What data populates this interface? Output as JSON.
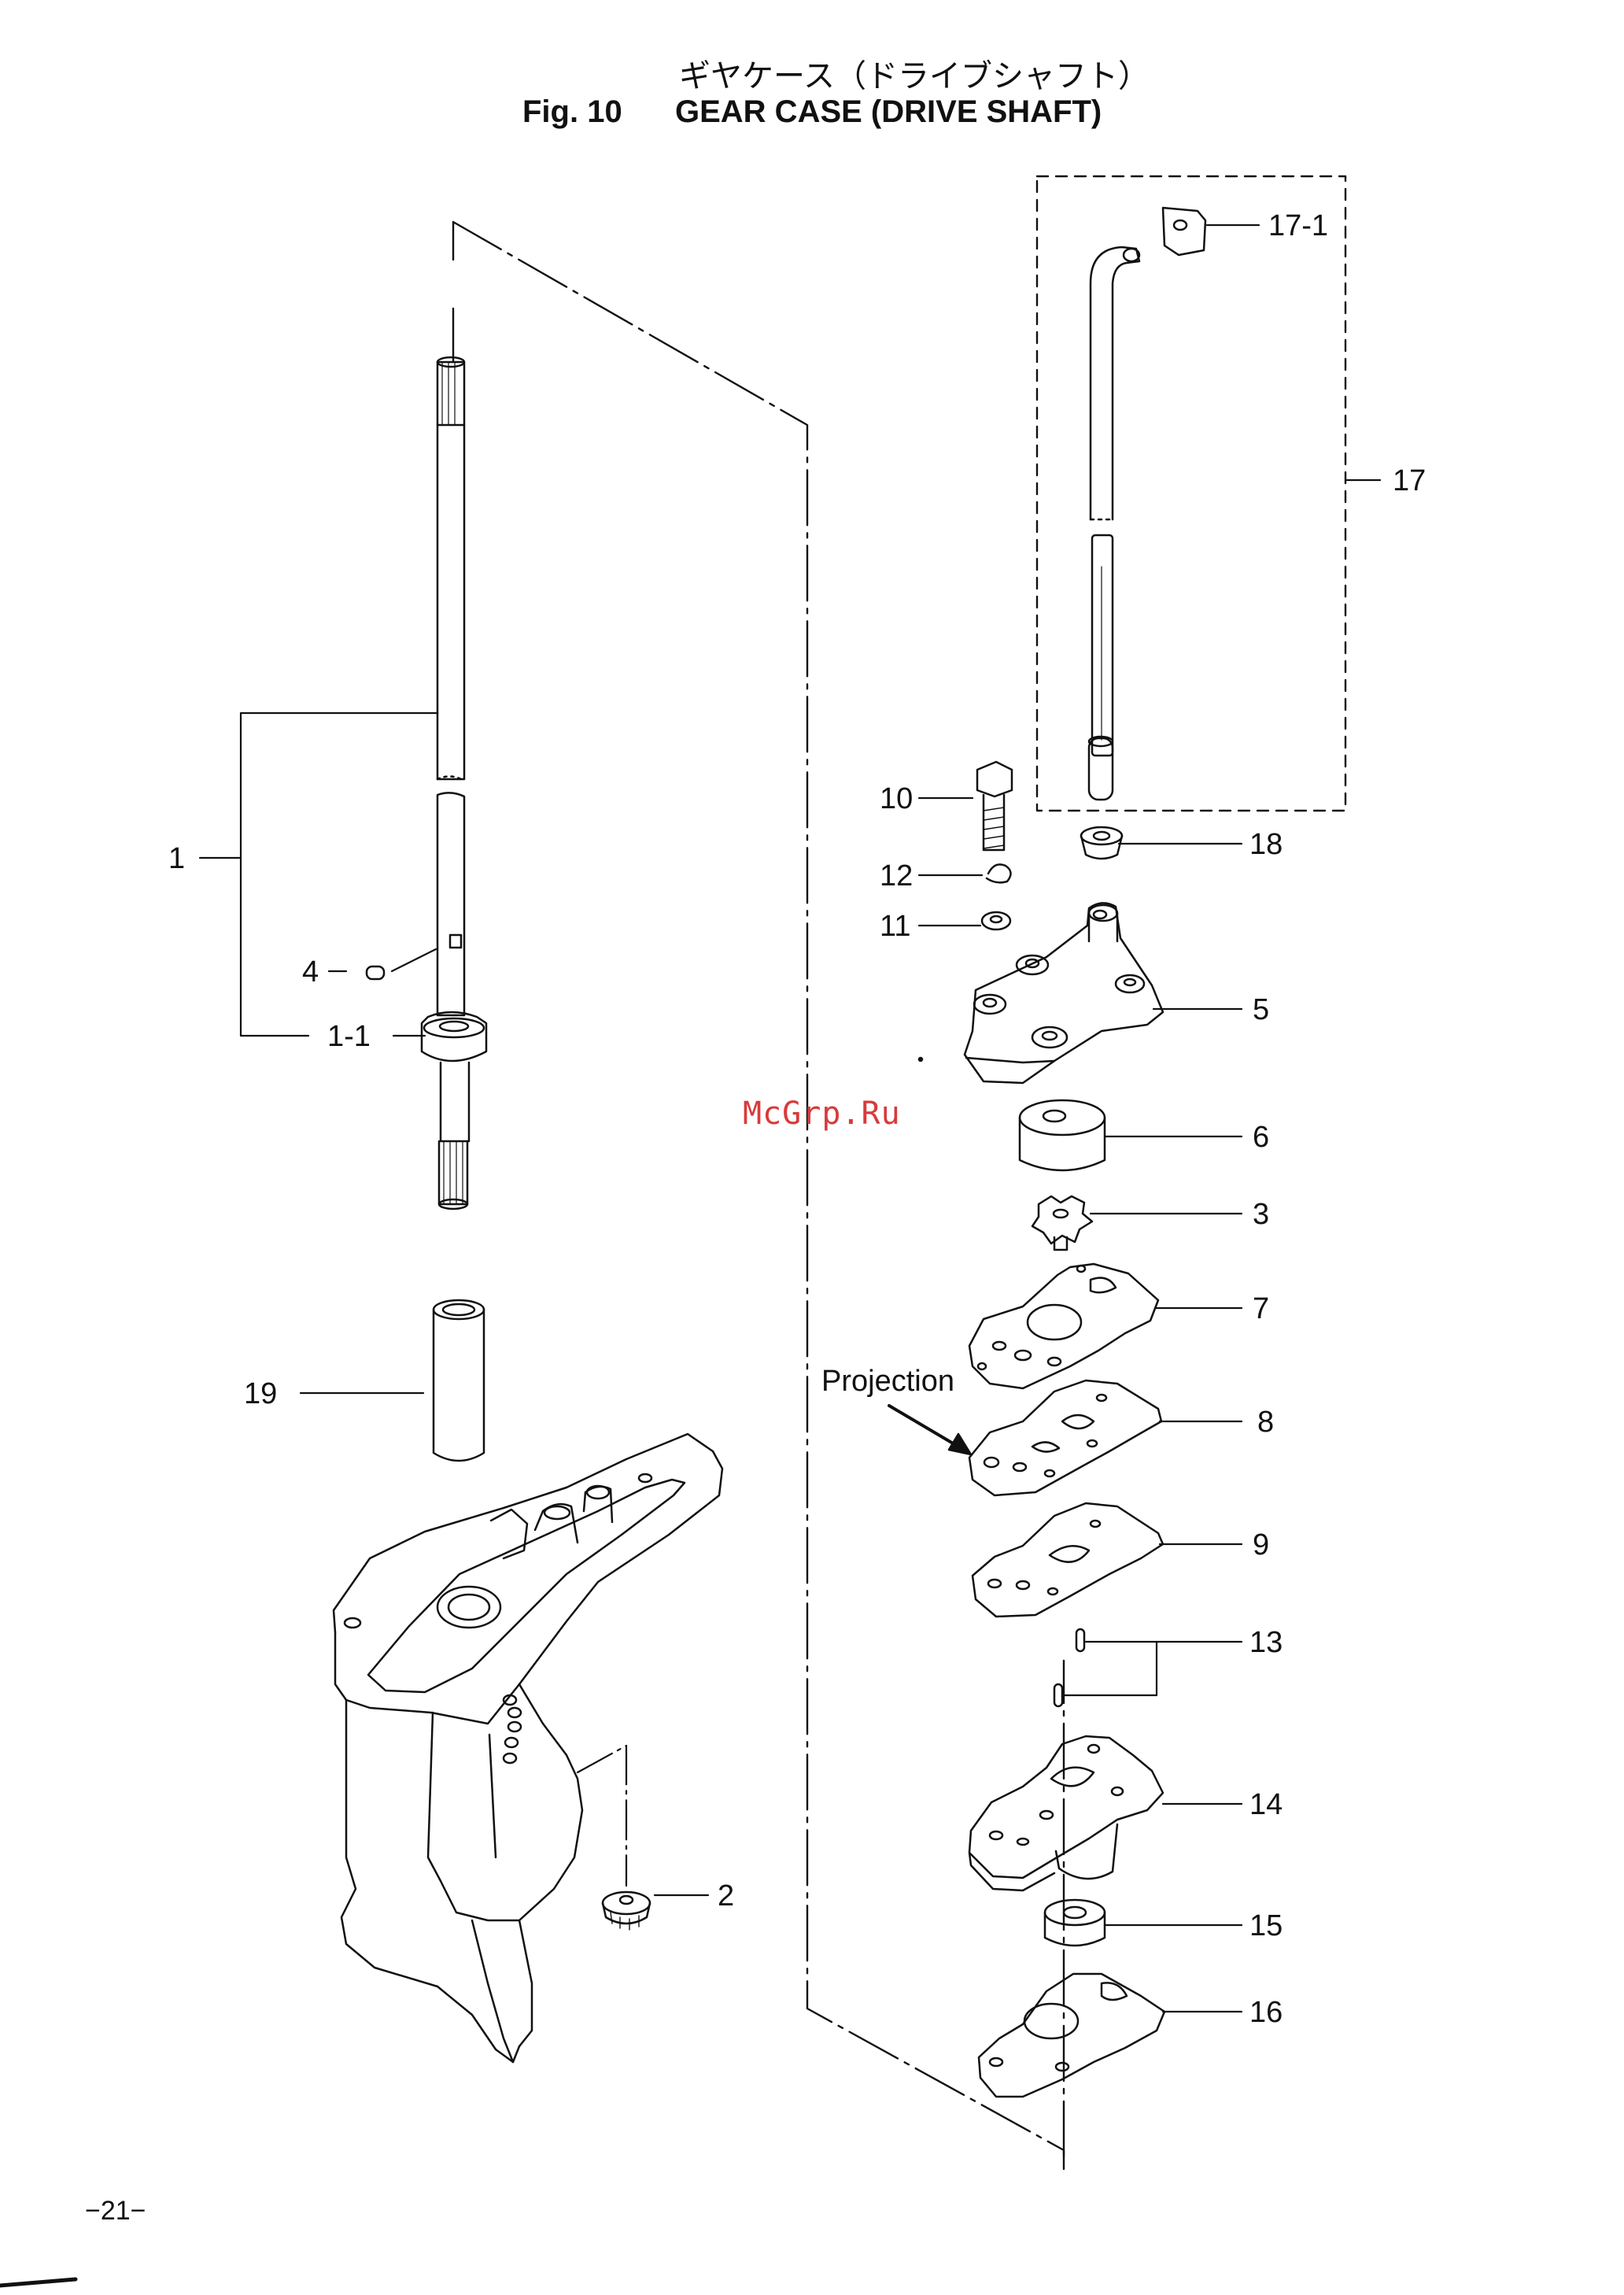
{
  "title": {
    "japanese": "ギヤケース（ドライブシャフト）",
    "figure_number": "Fig. 10",
    "english": "GEAR CASE (DRIVE SHAFT)"
  },
  "callouts": [
    {
      "id": "17-1",
      "label": "17-1"
    },
    {
      "id": "17",
      "label": "17"
    },
    {
      "id": "10",
      "label": "10"
    },
    {
      "id": "18",
      "label": "18"
    },
    {
      "id": "12",
      "label": "12"
    },
    {
      "id": "11",
      "label": "11"
    },
    {
      "id": "5",
      "label": "5"
    },
    {
      "id": "6",
      "label": "6"
    },
    {
      "id": "3",
      "label": "3"
    },
    {
      "id": "7",
      "label": "7"
    },
    {
      "id": "8",
      "label": "8"
    },
    {
      "id": "9",
      "label": "9"
    },
    {
      "id": "13",
      "label": "13"
    },
    {
      "id": "14",
      "label": "14"
    },
    {
      "id": "15",
      "label": "15"
    },
    {
      "id": "16",
      "label": "16"
    },
    {
      "id": "1",
      "label": "1"
    },
    {
      "id": "4",
      "label": "4"
    },
    {
      "id": "1-1",
      "label": "1-1"
    },
    {
      "id": "19",
      "label": "19"
    },
    {
      "id": "2",
      "label": "2"
    }
  ],
  "annotation": {
    "projection": "Projection"
  },
  "watermark": "McGrp.Ru",
  "page_number": "−21−"
}
